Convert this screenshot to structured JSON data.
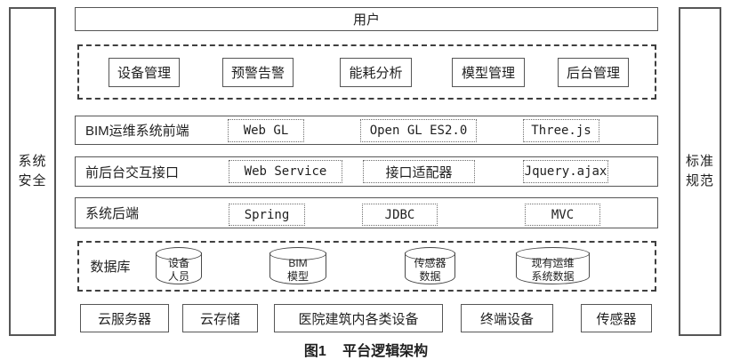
{
  "left_bar": {
    "label": "系统\n安全"
  },
  "right_bar": {
    "label": "标准\n规范"
  },
  "user_bar": {
    "label": "用户"
  },
  "features": [
    "设备管理",
    "预警告警",
    "能耗分析",
    "模型管理",
    "后台管理"
  ],
  "rows": [
    {
      "label": "BIM运维系统前端",
      "items": [
        "Web GL",
        "Open GL ES2.0",
        "Three.js"
      ]
    },
    {
      "label": "前后台交互接口",
      "items": [
        "Web Service",
        "接口适配器",
        "Jquery.ajax"
      ]
    },
    {
      "label": "系统后端",
      "items": [
        "Spring",
        "JDBC",
        "MVC"
      ]
    }
  ],
  "database": {
    "label": "数据库",
    "cylinders": [
      "设备\n人员",
      "BIM\n模型",
      "传感器\n数据",
      "现有运维\n系统数据"
    ]
  },
  "bottom_row": [
    "云服务器",
    "云存储",
    "医院建筑内各类设备",
    "终端设备",
    "传感器"
  ],
  "figure": {
    "caption_number": "图1",
    "caption_title": "平台逻辑架构"
  },
  "colors": {
    "border": "#565656",
    "dashed_border": "#3f3f3f",
    "text": "#1f1f1f",
    "background": "#ffffff"
  }
}
